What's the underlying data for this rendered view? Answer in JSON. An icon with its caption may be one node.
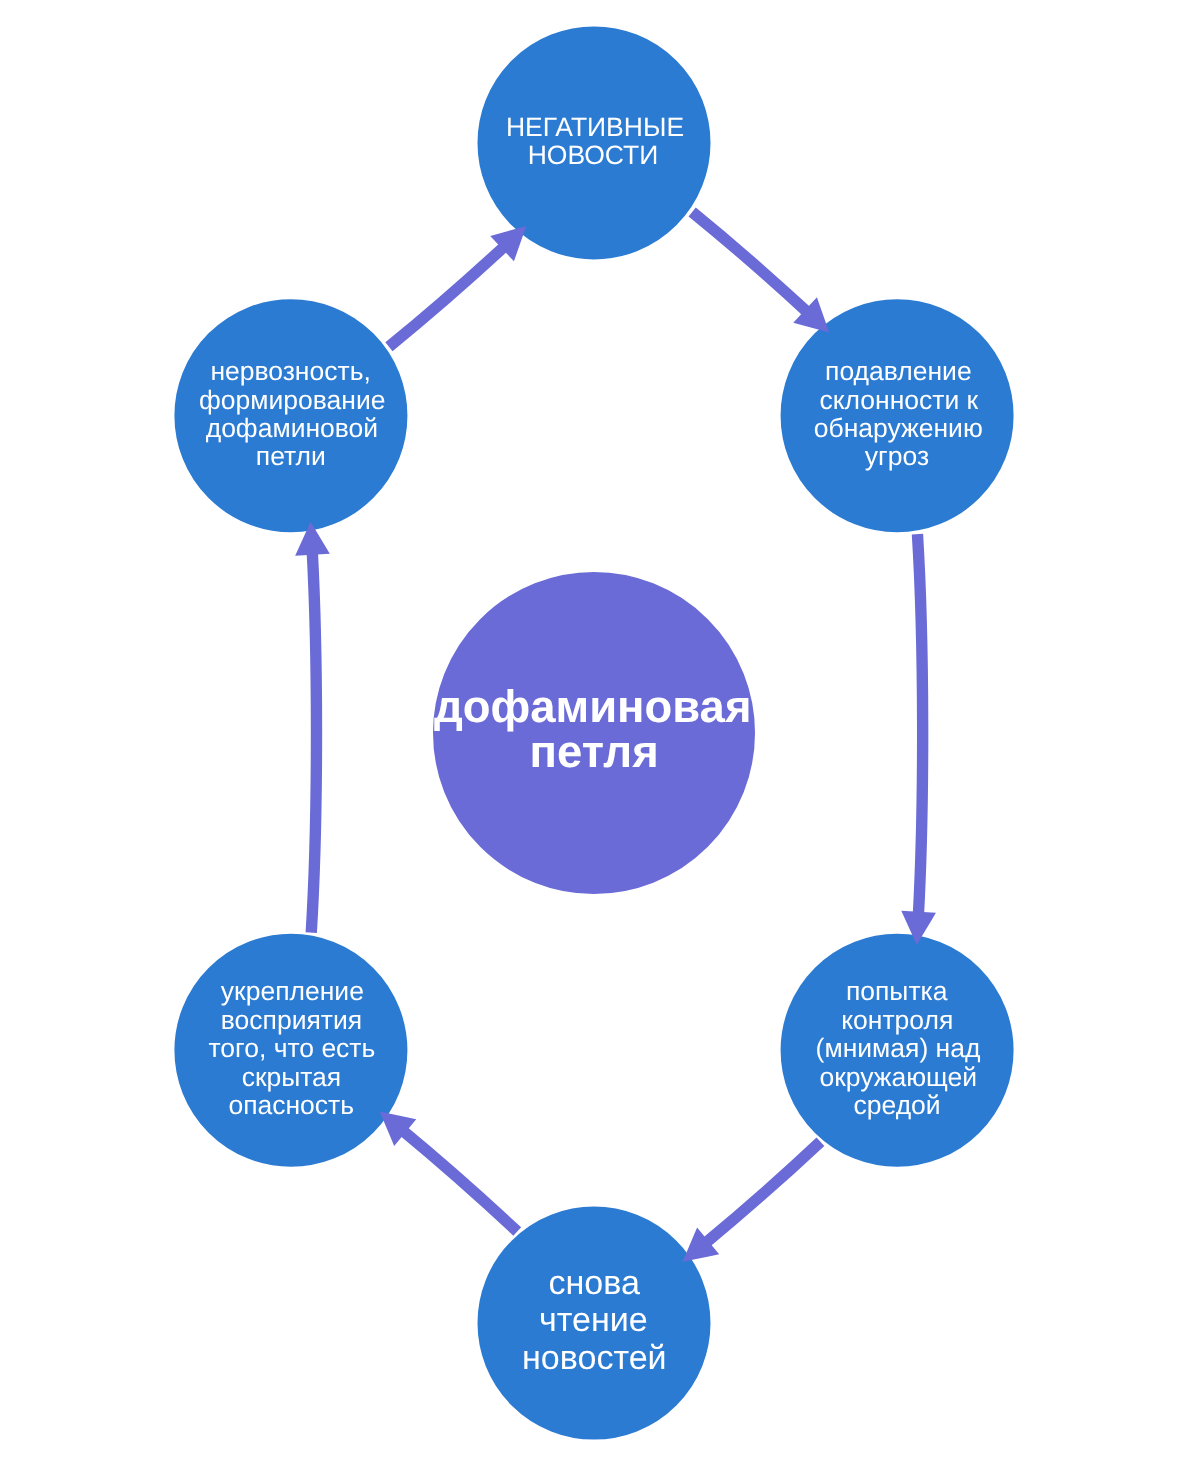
{
  "diagram": {
    "nodes": [
      {
        "text": [
          "дофаминовая петля"
        ]
      },
      {
        "text": [
          "НЕГАТИВНЫЕ НОВОСТИ"
        ]
      },
      {
        "text": [
          "подавление склонности к обнаружению угроз"
        ]
      },
      {
        "text": [
          "попытка контроля (мнимая) над окружающей средой"
        ]
      },
      {
        "text": [
          "снова чтение новостей"
        ]
      },
      {
        "text": [
          "укрепление восприятия того, что есть скрытая опасность"
        ]
      },
      {
        "text": [
          "нервозность, формирование дофаминовой петли"
        ]
      }
    ],
    "edges": [
      {
        "from": 1,
        "to": 2,
        "arrow": "to"
      },
      {
        "from": 2,
        "to": 3,
        "arrow": "to"
      },
      {
        "from": 3,
        "to": 4,
        "arrow": "to"
      },
      {
        "from": 4,
        "to": 5,
        "arrow": "to"
      },
      {
        "from": 5,
        "to": 6,
        "arrow": "to"
      },
      {
        "from": 6,
        "to": 1,
        "arrow": "to"
      }
    ]
  }
}
